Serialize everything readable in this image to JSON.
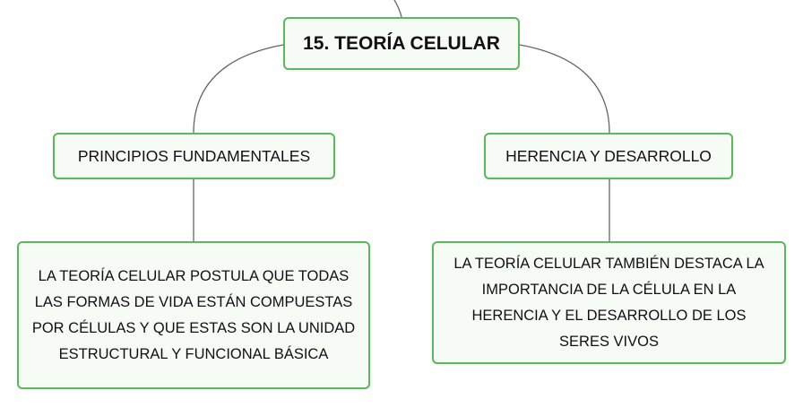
{
  "diagram": {
    "root": {
      "label": "15. TEORÍA CELULAR"
    },
    "branches": [
      {
        "label": "PRINCIPIOS FUNDAMENTALES",
        "detail": "LA TEORÍA CELULAR POSTULA QUE TODAS LAS FORMAS DE VIDA ESTÁN COMPUESTAS POR CÉLULAS Y QUE ESTAS SON LA UNIDAD ESTRUCTURAL Y FUNCIONAL BÁSICA"
      },
      {
        "label": "HERENCIA Y DESARROLLO",
        "detail": "LA TEORÍA CELULAR TAMBIÉN DESTACA LA IMPORTANCIA DE LA CÉLULA EN LA HERENCIA Y EL DESARROLLO DE LOS SERES VIVOS"
      }
    ],
    "colors": {
      "node_border": "#5cb85c",
      "node_fill": "#f6fbf6",
      "connector": "#666666",
      "text": "#111111"
    }
  }
}
